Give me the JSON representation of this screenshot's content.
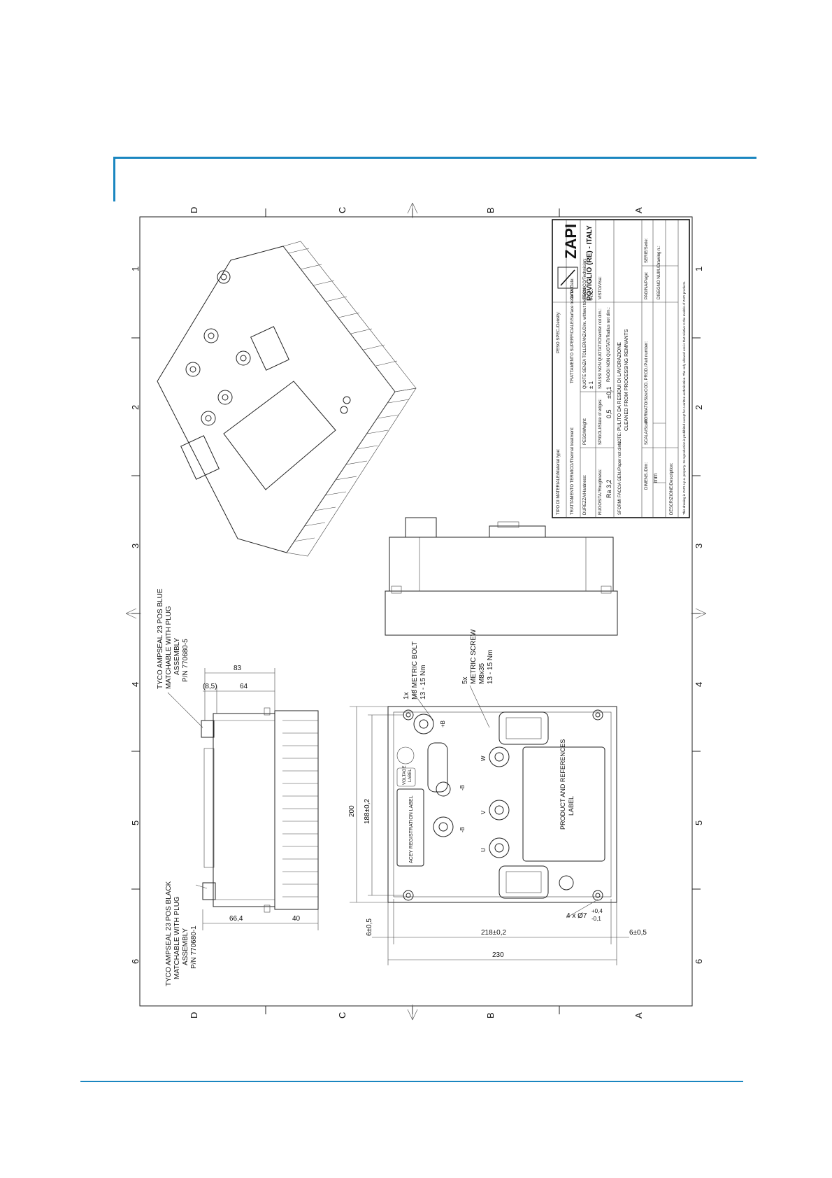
{
  "accent_color": "#1a86c0",
  "zones": {
    "top_letters": [
      "D",
      "C",
      "B",
      "A"
    ],
    "bottom_letters": [
      "D",
      "C",
      "B",
      "A"
    ],
    "numbers": [
      "1",
      "2",
      "3",
      "4",
      "5",
      "6"
    ]
  },
  "callouts": {
    "blue_connector": [
      "TYCO AMPSEAL 23 POS BLUE",
      "MATCHABLE WITH PLUG",
      "ASSEMBLY",
      "P/N 770680-5"
    ],
    "black_connector": [
      "TYCO AMPSEAL 23 POS BLACK",
      "MATCHABLE WITH PLUG",
      "ASSEMBLY",
      "P/N 770680-1"
    ],
    "bolt": [
      "1x",
      "M8 METRIC BOLT",
      "13 - 15 Nm"
    ],
    "screw": [
      "5x",
      "METRIC SCREW",
      "M8x35",
      "13 - 15 Nm"
    ]
  },
  "dimensions": {
    "side_83": "83",
    "side_8_5": "(8,5)",
    "side_64": "64",
    "side_66_4": "66,4",
    "side_40": "40",
    "front_200": "200",
    "front_188": "188±0,2",
    "front_6_left": "6±0,5",
    "front_218": "218±0,2",
    "front_230": "230",
    "front_6_right": "6±0,5",
    "holes": "4 x Ø7",
    "holes_upper_tol": "+0,4",
    "holes_lower_tol": "-0,1"
  },
  "labels": {
    "product": [
      "PRODUCT AND REFERENCES",
      "LABEL"
    ],
    "registration": "ACEY REGISTRATION LABEL",
    "voltage": [
      "VOLTAGE",
      "LABEL"
    ],
    "terminals": [
      "+B",
      "-B",
      "W",
      "V",
      "U",
      "-B"
    ]
  },
  "title_block": {
    "brand": "ZAPI",
    "location": "POVIGLIO (RE) - ITALY",
    "density": "PESO SPEC./Density:",
    "material": "TIPO DI MATERIALE/Material type:",
    "thermal": "TRATTAMENTO TERMICO/Thermal treatment:",
    "surface": "TRATTAMENTO SUPERFICIALE/Surface treatment:",
    "date": "DATA/Date:",
    "hardness": "DUREZZA/Hardness:",
    "weight": "PESO/Weight:",
    "tolerance": "QUOTE SENZA TOLLERANZA/Dim. without tolerance:",
    "tolerance_value": "± 1",
    "roughness": "RUGOSITA'/Roughness:",
    "roughness_value": "Ra 3,2",
    "edges": "SPIGOLI/State of edges:",
    "edges_a": "0,5",
    "edges_b": "±0,1",
    "chamfer": "SMUSSI NON QUOTATI/Chamfer not dim.:",
    "radius": "RAGGI NON QUOTATI/Radius not dim.:",
    "technician": "TECNICO/Technician:",
    "technician_value": "A.C.",
    "visto": "VISTO/Visa:",
    "paper": "SFORMI FACCIA GEN./Paper not dim.:",
    "notes_label": "NOTE:",
    "notes": [
      "PULITO DA RESIDUI DI LAVORAZIONE",
      "CLEANED FROM PROCESSING REMNANTS"
    ],
    "part_number": "COD. PROD./Part number:",
    "page": "PAGINA/Page:",
    "series": "SERIE/Serie:",
    "drawing_num": "DISEGNO NUM./Drawing n.:",
    "dimens": "DIMENS./Dim:",
    "dimens_value": "mm",
    "scale": "SCALA/Scale:",
    "format": "FORMATO/Size:",
    "description": "DESCRIZIONE/Description:",
    "copyright": "This drawing is ZAPI s.p.a. property. Its reproduction is prohibited except for a written authorization. The only allowed use is that relative to the models of ZAPI products."
  }
}
